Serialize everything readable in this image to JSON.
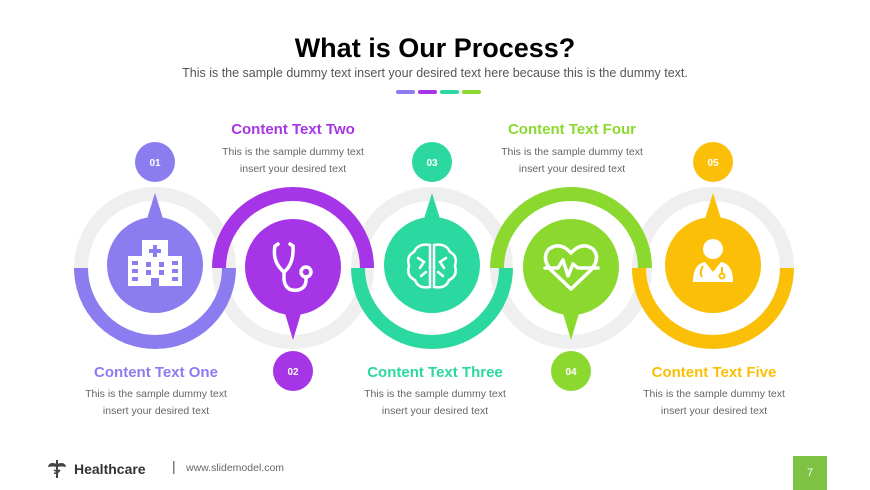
{
  "header": {
    "title": "What is Our Process?",
    "subtitle": "This is the sample dummy text insert your desired text here because this is the dummy text."
  },
  "colors": {
    "purple_light": "#8b7cf0",
    "purple": "#a535e6",
    "teal": "#2bd9a0",
    "green": "#8bd92f",
    "yellow": "#fbbf07",
    "ring_gray": "#efefef",
    "page_green": "#7dc242"
  },
  "steps": [
    {
      "number": "01",
      "title": "Content Text One",
      "desc_line1": "This is the sample dummy text",
      "desc_line2": "insert your desired text",
      "icon": "hospital-icon"
    },
    {
      "number": "02",
      "title": "Content Text Two",
      "desc_line1": "This is the sample dummy text",
      "desc_line2": "insert your desired text",
      "icon": "stethoscope-icon"
    },
    {
      "number": "03",
      "title": "Content Text Three",
      "desc_line1": "This is the sample dummy text",
      "desc_line2": "insert your desired text",
      "icon": "brain-icon"
    },
    {
      "number": "04",
      "title": "Content Text Four",
      "desc_line1": "This is the sample dummy text",
      "desc_line2": "insert your desired text",
      "icon": "heart-pulse-icon"
    },
    {
      "number": "05",
      "title": "Content Text Five",
      "desc_line1": "This is the sample dummy text",
      "desc_line2": "insert your desired text",
      "icon": "doctor-icon"
    }
  ],
  "footer": {
    "brand": "Healthcare",
    "separator": "|",
    "url": "www.slidemodel.com",
    "page_number": "7"
  }
}
